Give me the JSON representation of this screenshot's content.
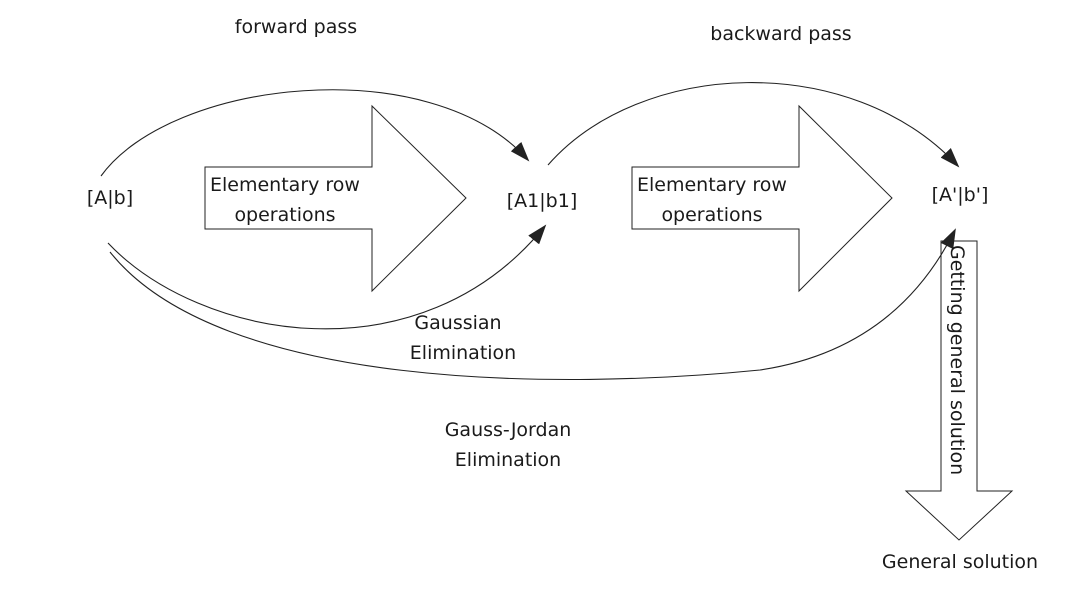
{
  "passes": {
    "forward": "forward pass",
    "backward": "backward pass"
  },
  "nodes": {
    "start": "[A|b]",
    "middle": "[A1|b1]",
    "end": "[A'|b']",
    "result": "General solution"
  },
  "arrows": {
    "first_operation": [
      "Elementary row",
      "operations"
    ],
    "second_operation": [
      "Elementary row",
      "operations"
    ],
    "solution_step": "Getting general solution"
  },
  "methods": {
    "gaussian": [
      "Gaussian",
      "Elimination"
    ],
    "gauss_jordan": [
      "Gauss-Jordan",
      " Elimination"
    ]
  },
  "colors": {
    "stroke": "#222222",
    "text": "#1a1a1a",
    "background": "#ffffff"
  }
}
